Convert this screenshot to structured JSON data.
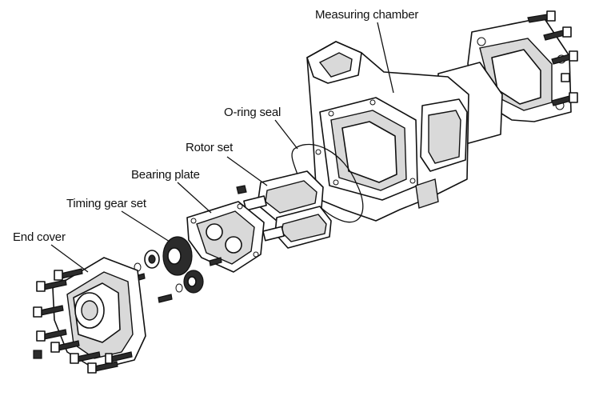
{
  "labels": {
    "measuring_chamber": "Measuring chamber",
    "o_ring_seal": "O-ring seal",
    "rotor_set": "Rotor set",
    "bearing_plate": "Bearing plate",
    "timing_gear_set": "Timing gear set",
    "end_cover": "End cover"
  }
}
